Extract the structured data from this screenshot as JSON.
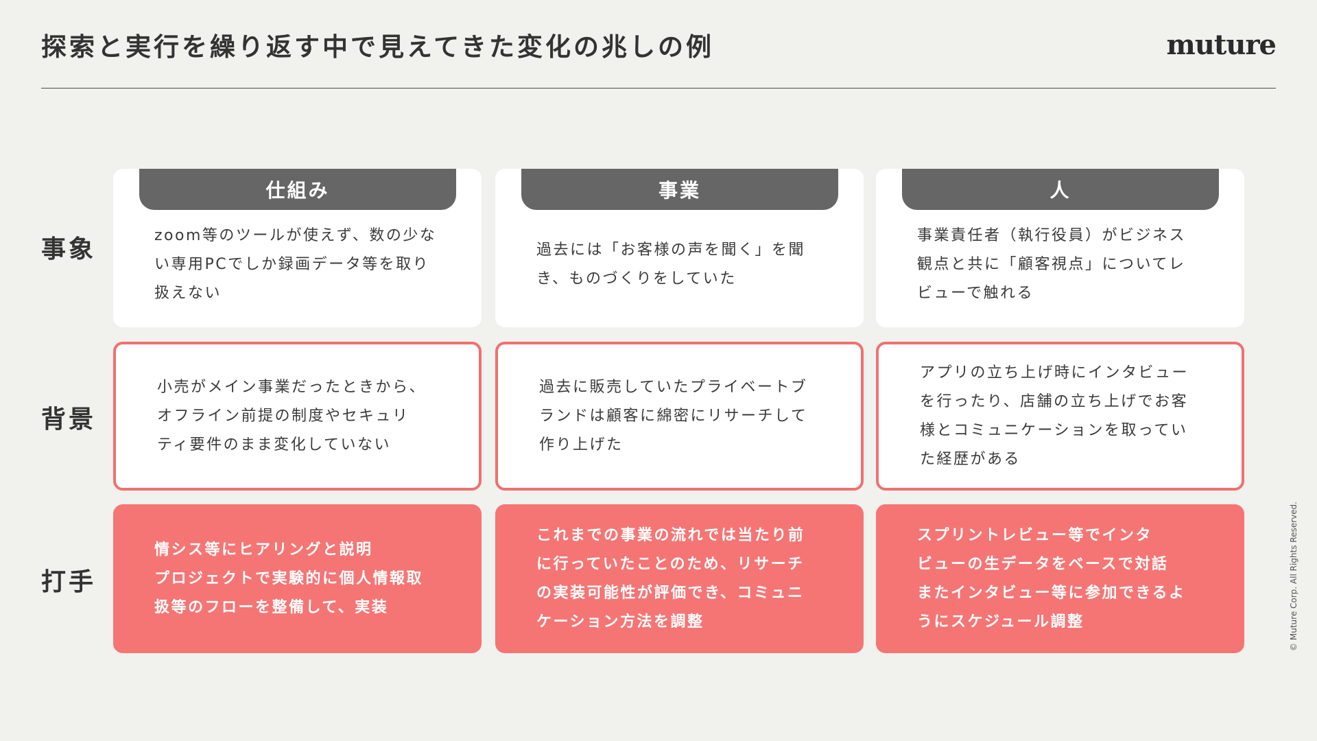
{
  "page": {
    "title": "探索と実行を繰り返す中で見えてきた変化の兆しの例",
    "logo": "muture",
    "copyright": "© Muture Corp. All Rights Reserved."
  },
  "columns": [
    {
      "label": "仕組み"
    },
    {
      "label": "事業"
    },
    {
      "label": "人"
    }
  ],
  "rows": [
    {
      "label": "事象",
      "cells": [
        "zoom等のツールが使えず、数の少な\nい専用PCでしか録画データ等を取り\n扱えない",
        "過去には「お客様の声を聞く」を聞\nき、ものづくりをしていた",
        "事業責任者（執行役員）がビジネス\n観点と共に「顧客視点」についてレ\nビューで触れる"
      ]
    },
    {
      "label": "背景",
      "cells": [
        "小売がメイン事業だったときから、\nオフライン前提の制度やセキュリ\nティ要件のまま変化していない",
        "過去に販売していたプライベートブ\nランドは顧客に綿密にリサーチして\n作り上げた",
        "アプリの立ち上げ時にインタビュー\nを行ったり、店舗の立ち上げでお客\n様とコミュニケーションを取ってい\nた経歴がある"
      ]
    },
    {
      "label": "打手",
      "cells": [
        "情シス等にヒアリングと説明\nプロジェクトで実験的に個人情報取\n扱等のフローを整備して、実装",
        "これまでの事業の流れでは当たり前\nに行っていたことのため、リサーチ\nの実装可能性が評価でき、コミュニ\nケーション方法を調整",
        "スプリントレビュー等でインタ\nビューの生データをベースで対話\nまたインタビュー等に参加できるよ\nうにスケジュール調整"
      ]
    }
  ],
  "colors": {
    "background": "#f1f1ed",
    "header": "#666666",
    "accent": "#f57575",
    "accent_border": "#f07070"
  }
}
